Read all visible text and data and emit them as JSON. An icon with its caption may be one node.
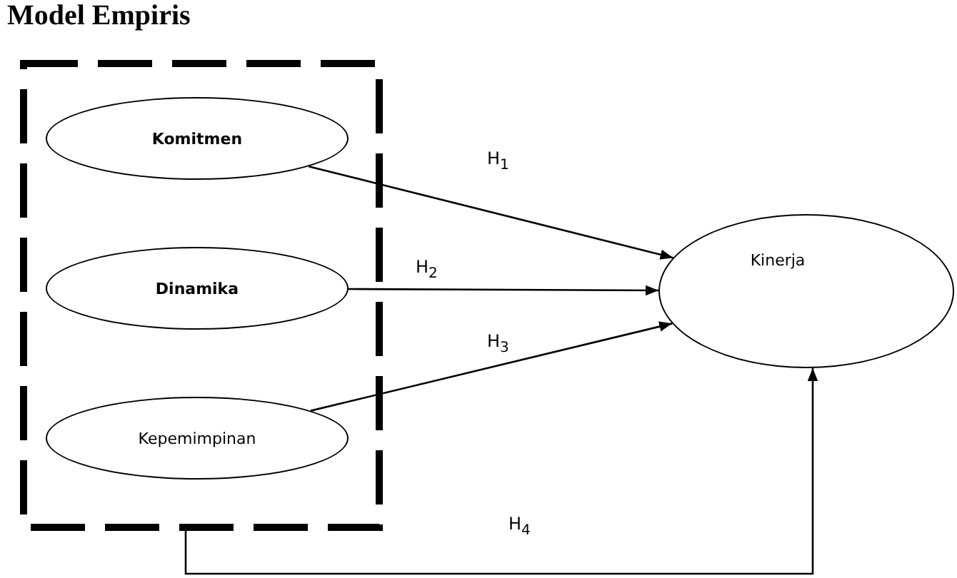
{
  "diagram": {
    "title": "Model Empiris",
    "nodes": [
      {
        "text": [],
        "shape": "box"
      },
      {
        "text": [
          "Komitmen"
        ],
        "in": 0
      },
      {
        "text": [
          "Dinamika"
        ],
        "in": 0
      },
      {
        "text": [
          "Kepemimpinan"
        ],
        "in": 0
      },
      {
        "text": [
          "Kinerja"
        ]
      }
    ],
    "edges": [
      {
        "from": 1,
        "to": 4,
        "arrow": "to",
        "label": "H$_{1}$"
      },
      {
        "from": 2,
        "to": 4,
        "arrow": "to",
        "label": "H$_{2}$"
      },
      {
        "from": 3,
        "to": 4,
        "arrow": "to",
        "label": "H$_{3}$"
      },
      {
        "from": 0,
        "to": 4,
        "arrow": "to",
        "label": "H$_{4}$"
      }
    ]
  }
}
